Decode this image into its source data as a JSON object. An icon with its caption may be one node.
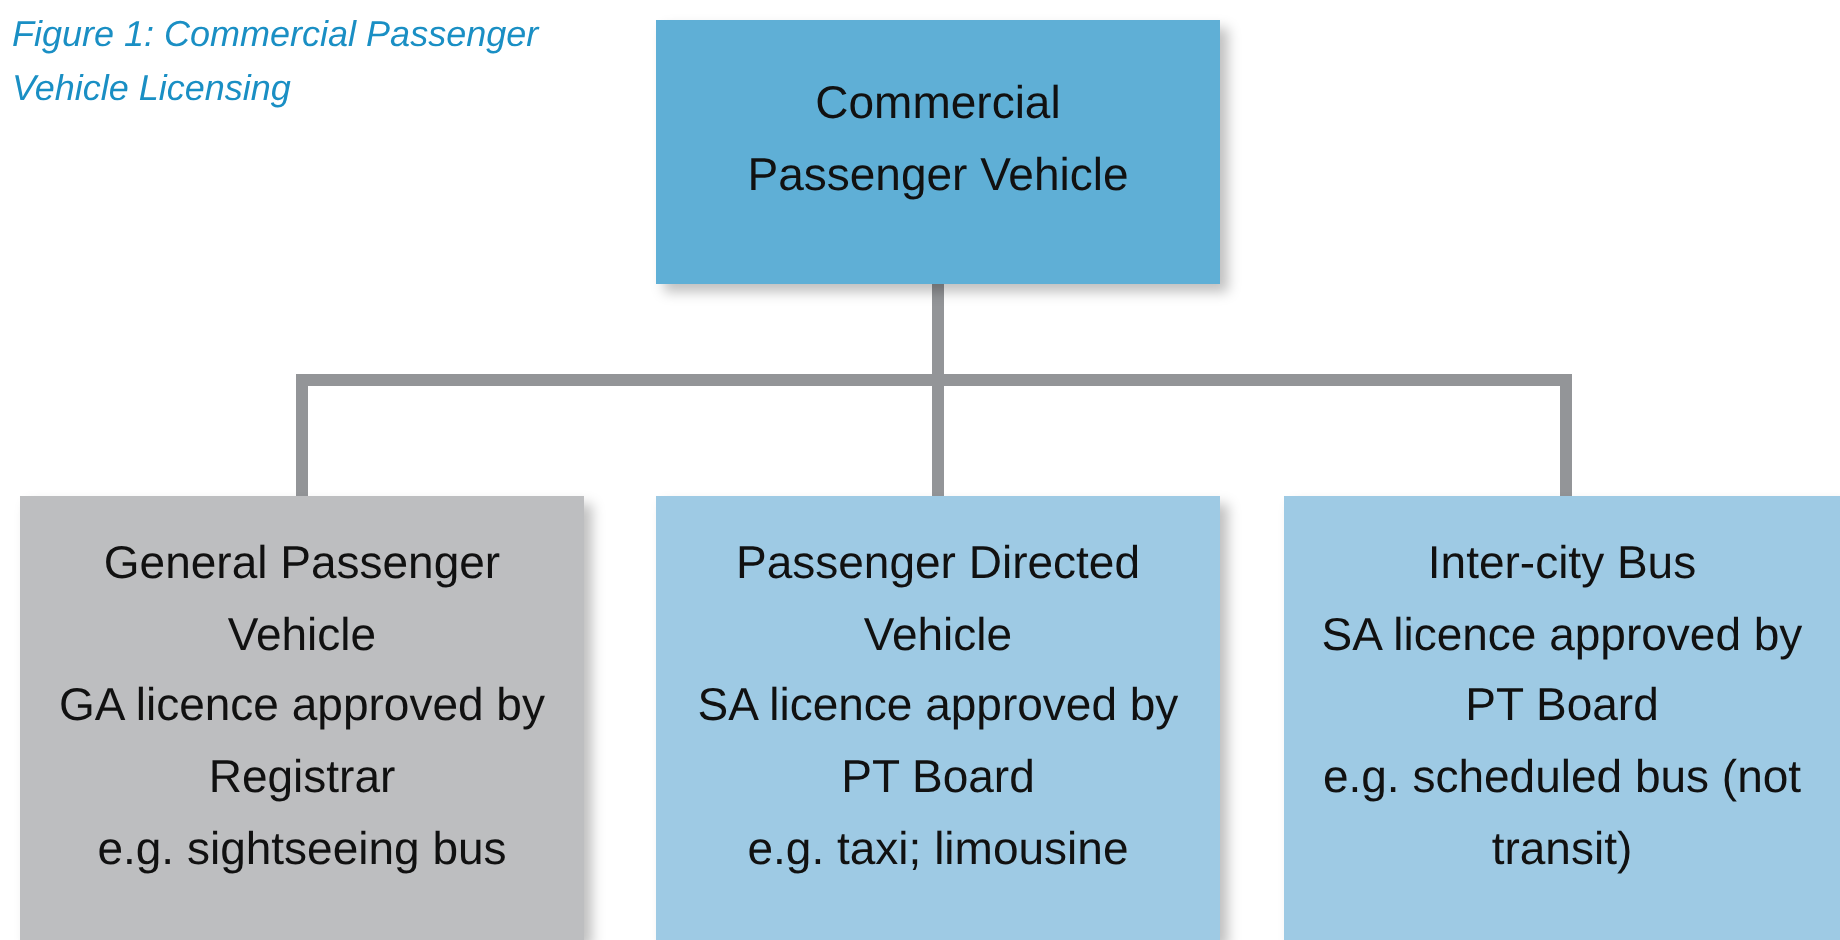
{
  "diagram": {
    "title": "Figure 1: Commercial Passenger Vehicle Licensing",
    "nodes": [
      {
        "text": [
          "Commercial Passenger Vehicle"
        ]
      },
      {
        "text": [
          "General Passenger Vehicle",
          "GA licence approved by Registrar",
          "e.g. sightseeing bus"
        ]
      },
      {
        "text": [
          "Passenger Directed Vehicle",
          "SA licence approved by PT Board",
          "e.g. taxi; limousine"
        ]
      },
      {
        "text": [
          "Inter-city Bus",
          "SA licence approved by PT Board",
          "e.g. scheduled bus (not transit)"
        ]
      }
    ],
    "edges": [
      {
        "from": 0,
        "to": 1,
        "arrow": "none"
      },
      {
        "from": 0,
        "to": 2,
        "arrow": "none"
      },
      {
        "from": 0,
        "to": 3,
        "arrow": "none"
      }
    ]
  }
}
